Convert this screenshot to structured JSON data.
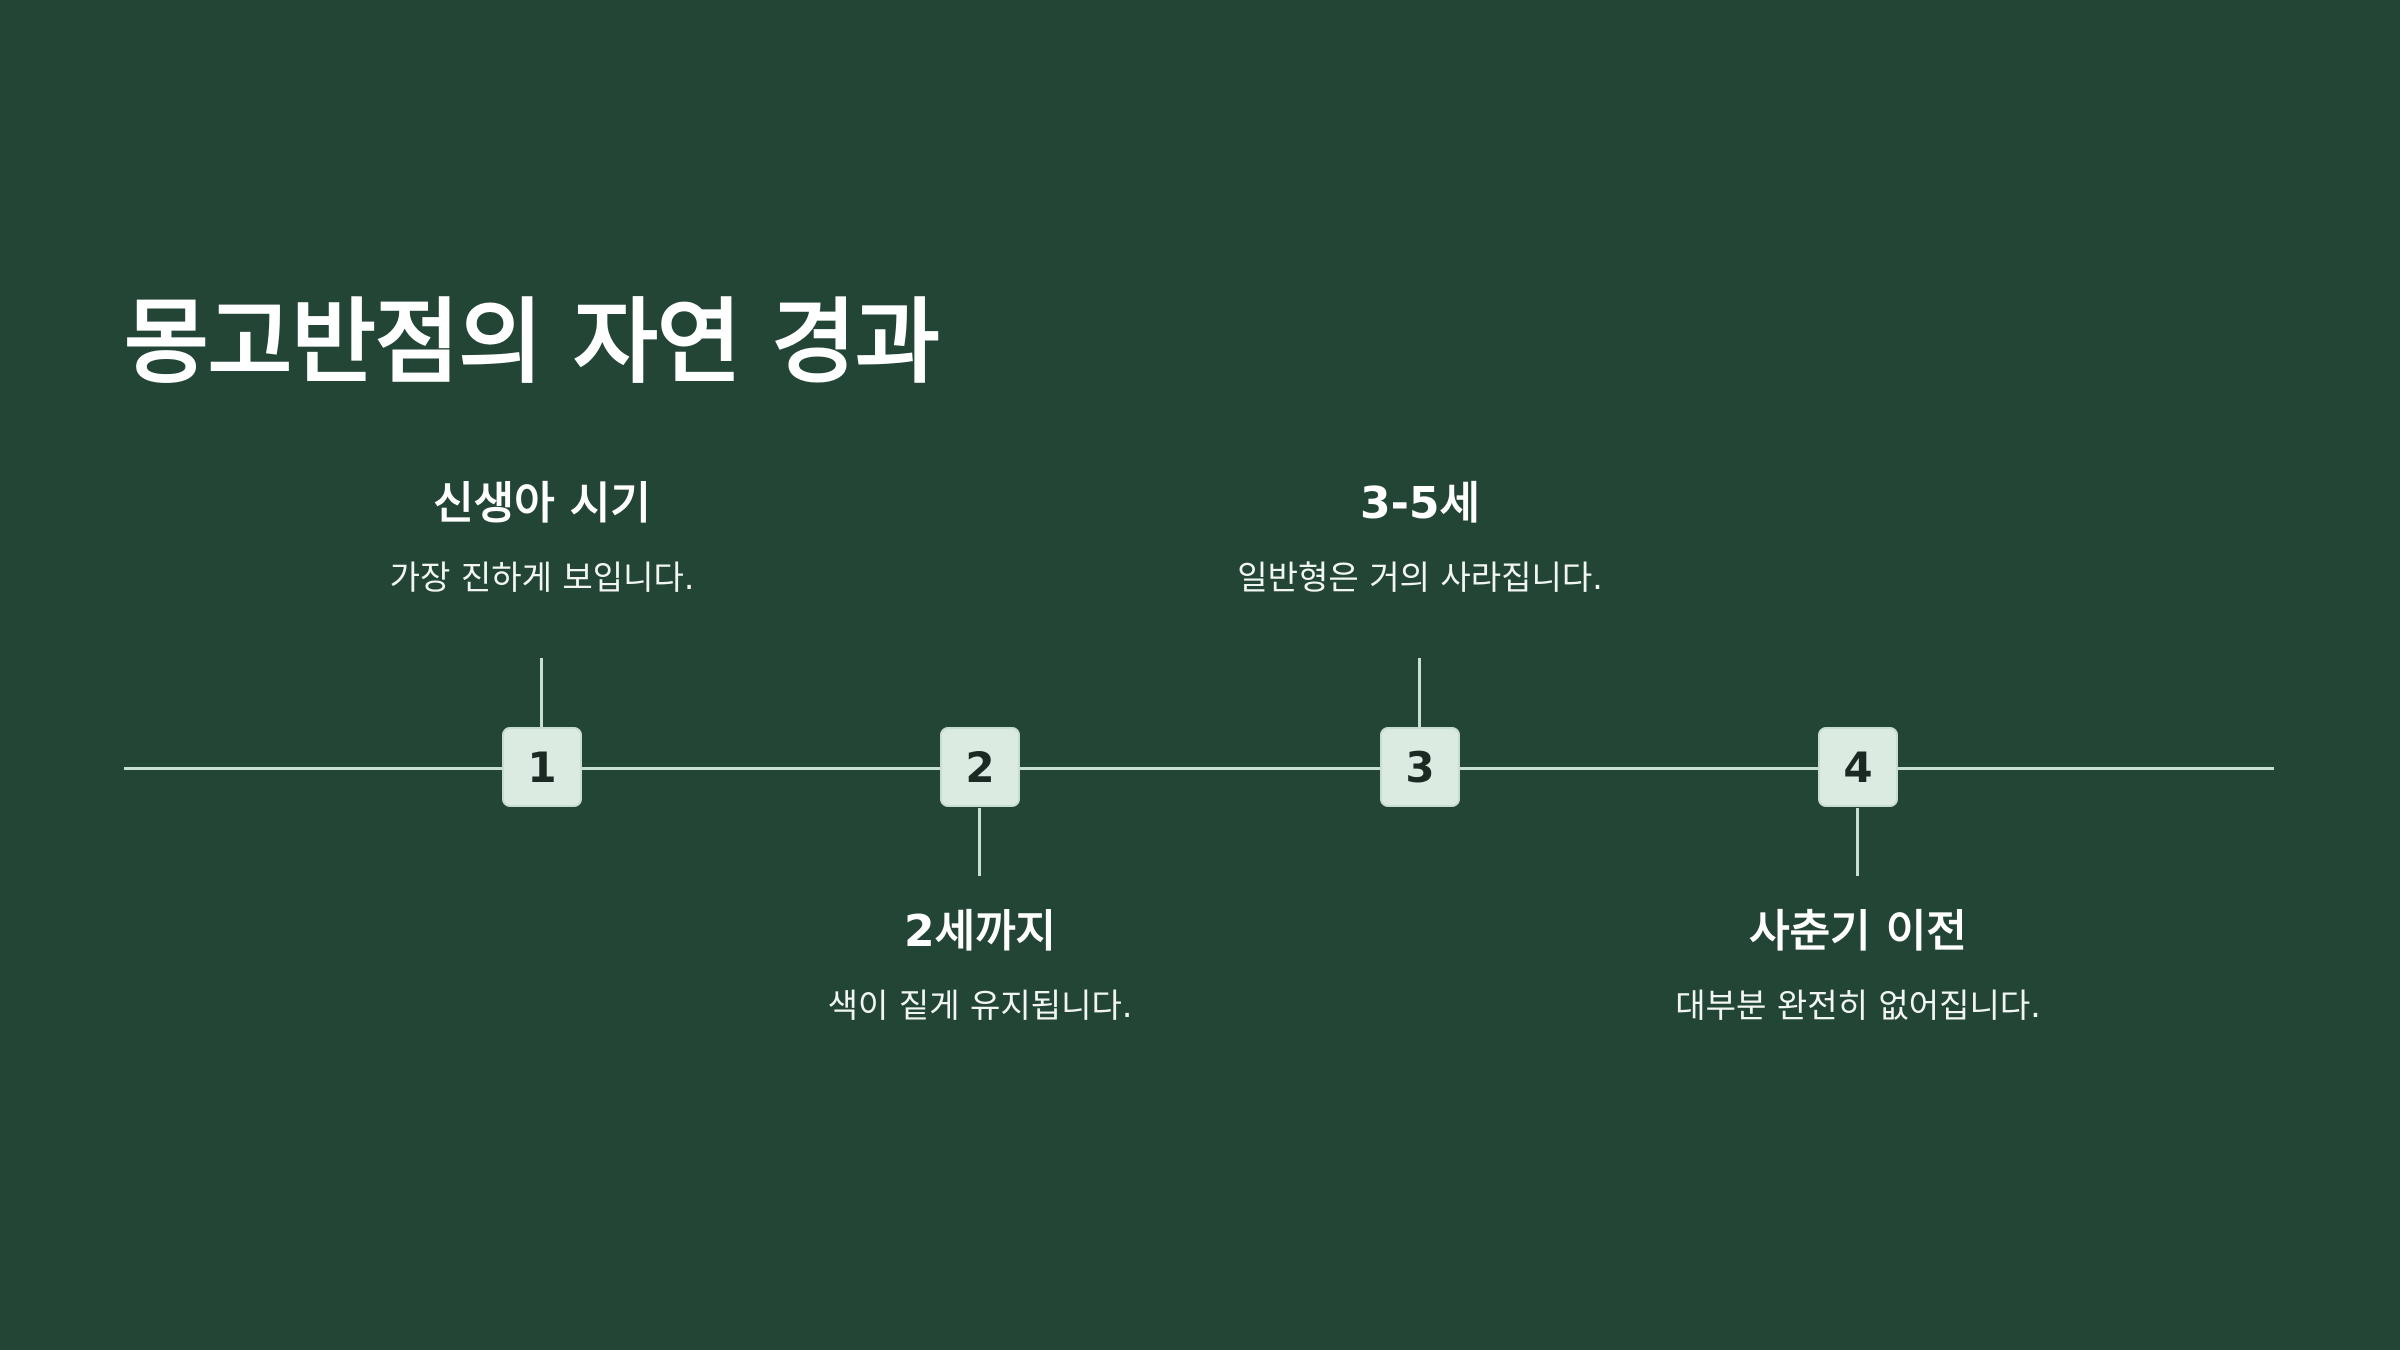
{
  "title": "몽고반점의 자연 경과",
  "colors": {
    "background": "#234536",
    "line": "#c9dfd1",
    "box": "#dcebe2",
    "box_text": "#1b2b23",
    "text": "#ffffff"
  },
  "steps": [
    {
      "number": "1",
      "heading": "신생아 시기",
      "description": "가장 진하게 보입니다."
    },
    {
      "number": "2",
      "heading": "2세까지",
      "description": "색이 짙게 유지됩니다."
    },
    {
      "number": "3",
      "heading": "3-5세",
      "description": "일반형은 거의 사라집니다."
    },
    {
      "number": "4",
      "heading": "사춘기 이전",
      "description": "대부분 완전히 없어집니다."
    }
  ]
}
